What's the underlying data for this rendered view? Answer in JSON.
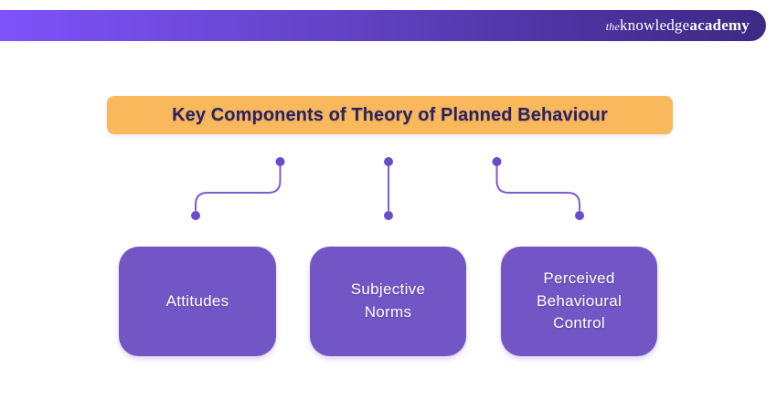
{
  "brand": {
    "logo": {
      "the": "the",
      "knowledge": "knowledge",
      "academy": "academy"
    }
  },
  "title": {
    "text": "Key Components of Theory of Planned Behaviour"
  },
  "diagram": {
    "nodes": [
      {
        "id": "attitudes",
        "label": "Attitudes"
      },
      {
        "id": "subjective-norms",
        "label": "Subjective\nNorms"
      },
      {
        "id": "perceived-behavioural-control",
        "label": "Perceived\nBehavioural\nControl"
      }
    ]
  },
  "colors": {
    "topbar_gradient_start": "#7e52fa",
    "topbar_gradient_end": "#3d2a84",
    "title_background": "#f9b85c",
    "title_text": "#2b2262",
    "node_background": "#7256c5",
    "node_text": "#ffffff",
    "connector_line": "#7a5bd3",
    "connector_dot": "#6a4bc8",
    "page_background": "#ffffff"
  }
}
